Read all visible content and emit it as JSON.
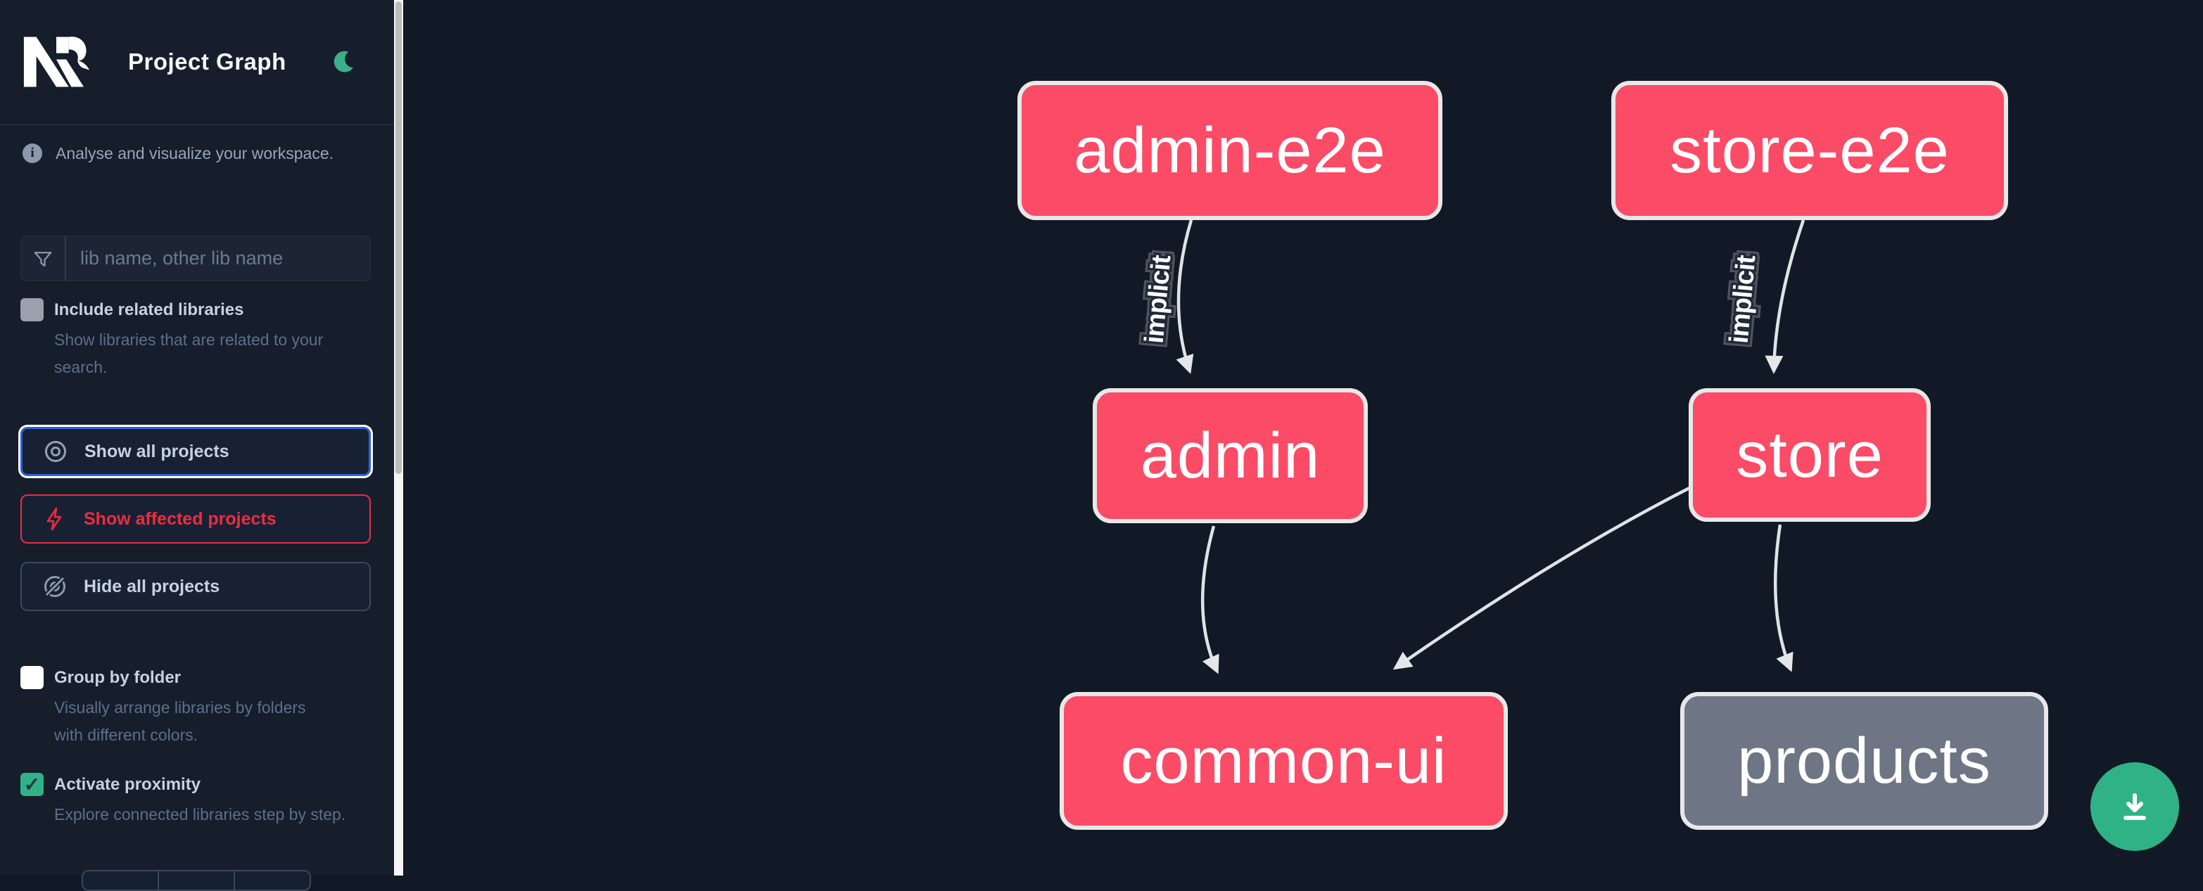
{
  "header": {
    "title": "Project Graph",
    "theme_icon": "moon"
  },
  "sidebar": {
    "info_text": "Analyse and visualize your workspace.",
    "search": {
      "placeholder": "lib name, other lib name",
      "value": ""
    },
    "checkboxes": [
      {
        "label": "Include related libraries",
        "description": "Show libraries that are related to your search.",
        "checked": false
      },
      {
        "label": "Group by folder",
        "description": "Visually arrange libraries by folders with different colors.",
        "checked": false
      },
      {
        "label": "Activate proximity",
        "description": "Explore connected libraries step by step.",
        "checked": true
      }
    ],
    "check_glyph": "✓",
    "buttons": [
      {
        "label": "Show all projects",
        "icon": "eye",
        "state": "focused"
      },
      {
        "label": "Show affected projects",
        "icon": "bolt",
        "state": "danger"
      },
      {
        "label": "Hide all projects",
        "icon": "eye-off",
        "state": "default"
      }
    ]
  },
  "graph": {
    "nodes": [
      {
        "id": "admin-e2e",
        "label": "admin-e2e",
        "style": "pink"
      },
      {
        "id": "store-e2e",
        "label": "store-e2e",
        "style": "pink"
      },
      {
        "id": "admin",
        "label": "admin",
        "style": "pink"
      },
      {
        "id": "store",
        "label": "store",
        "style": "pink"
      },
      {
        "id": "common-ui",
        "label": "common-ui",
        "style": "pink"
      },
      {
        "id": "products",
        "label": "products",
        "style": "gray"
      }
    ],
    "edges": [
      {
        "from": "admin-e2e",
        "to": "admin",
        "label": "implicit"
      },
      {
        "from": "store-e2e",
        "to": "store",
        "label": "implicit"
      },
      {
        "from": "admin",
        "to": "common-ui",
        "label": ""
      },
      {
        "from": "store",
        "to": "common-ui",
        "label": ""
      },
      {
        "from": "store",
        "to": "products",
        "label": ""
      }
    ]
  },
  "fab": {
    "icon": "download"
  },
  "colors": {
    "node_pink": "#fb4b66",
    "node_gray": "#6e7584",
    "node_border": "#e8e8e8",
    "edge": "#e0e3e6",
    "accent_green": "#30b287",
    "danger_red": "#ee2c3f",
    "focus_blue": "#2b62d9",
    "sidebar_bg": "#161d2b",
    "canvas_bg": "#121926"
  }
}
